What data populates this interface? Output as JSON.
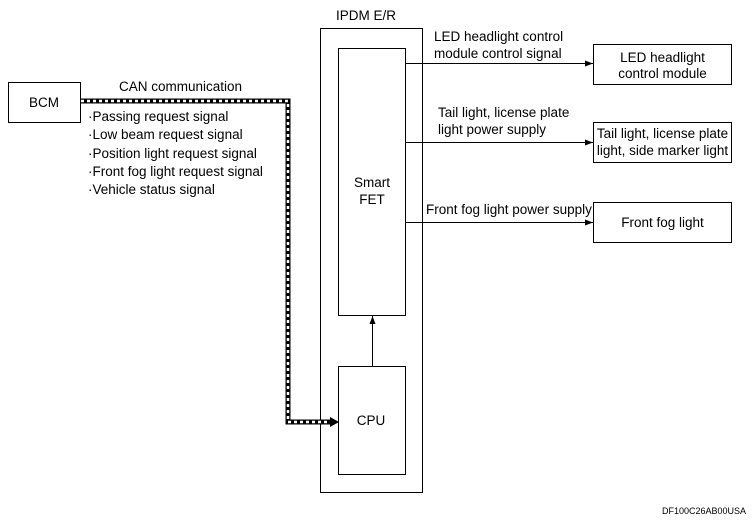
{
  "colors": {
    "line": "#000000",
    "background": "#ffffff"
  },
  "bcm": {
    "label": "BCM"
  },
  "can": {
    "label": "CAN communication",
    "signals": [
      "·Passing request signal",
      "·Low beam request signal",
      "·Position light request signal",
      "·Front fog light request signal",
      "·Vehicle status signal"
    ]
  },
  "ipdm": {
    "title": "IPDM E/R",
    "smart_fet": [
      "Smart",
      "FET"
    ],
    "cpu": "CPU"
  },
  "outputs": [
    {
      "signal": [
        "LED headlight control",
        "module control signal"
      ],
      "target": [
        "LED headlight",
        "control module"
      ]
    },
    {
      "signal": [
        "Tail light, license plate",
        "light power supply"
      ],
      "target": [
        "Tail light, license plate",
        "light, side marker light"
      ]
    },
    {
      "signal": [
        "Front fog light power supply"
      ],
      "target": [
        "Front fog light"
      ]
    }
  ],
  "figure_id": "DF100C26AB00USA"
}
